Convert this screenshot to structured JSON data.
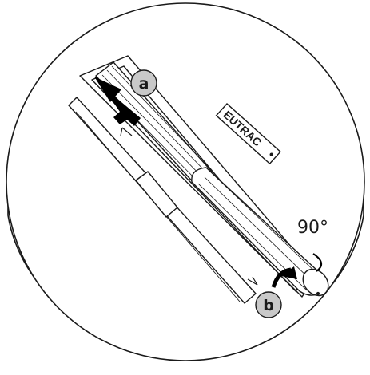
{
  "labels": {
    "step_a": "a",
    "step_b": "b",
    "rotation": "90°",
    "brand": "EUTRAC"
  },
  "colors": {
    "line": "#1a1a1a",
    "badge_fill": "#c9c9c9",
    "arrow": "#000000",
    "background": "#ffffff"
  },
  "icons": {
    "step_a_arrow": "arrow-up-left-icon",
    "step_b_arrow": "rotate-arrow-icon"
  }
}
